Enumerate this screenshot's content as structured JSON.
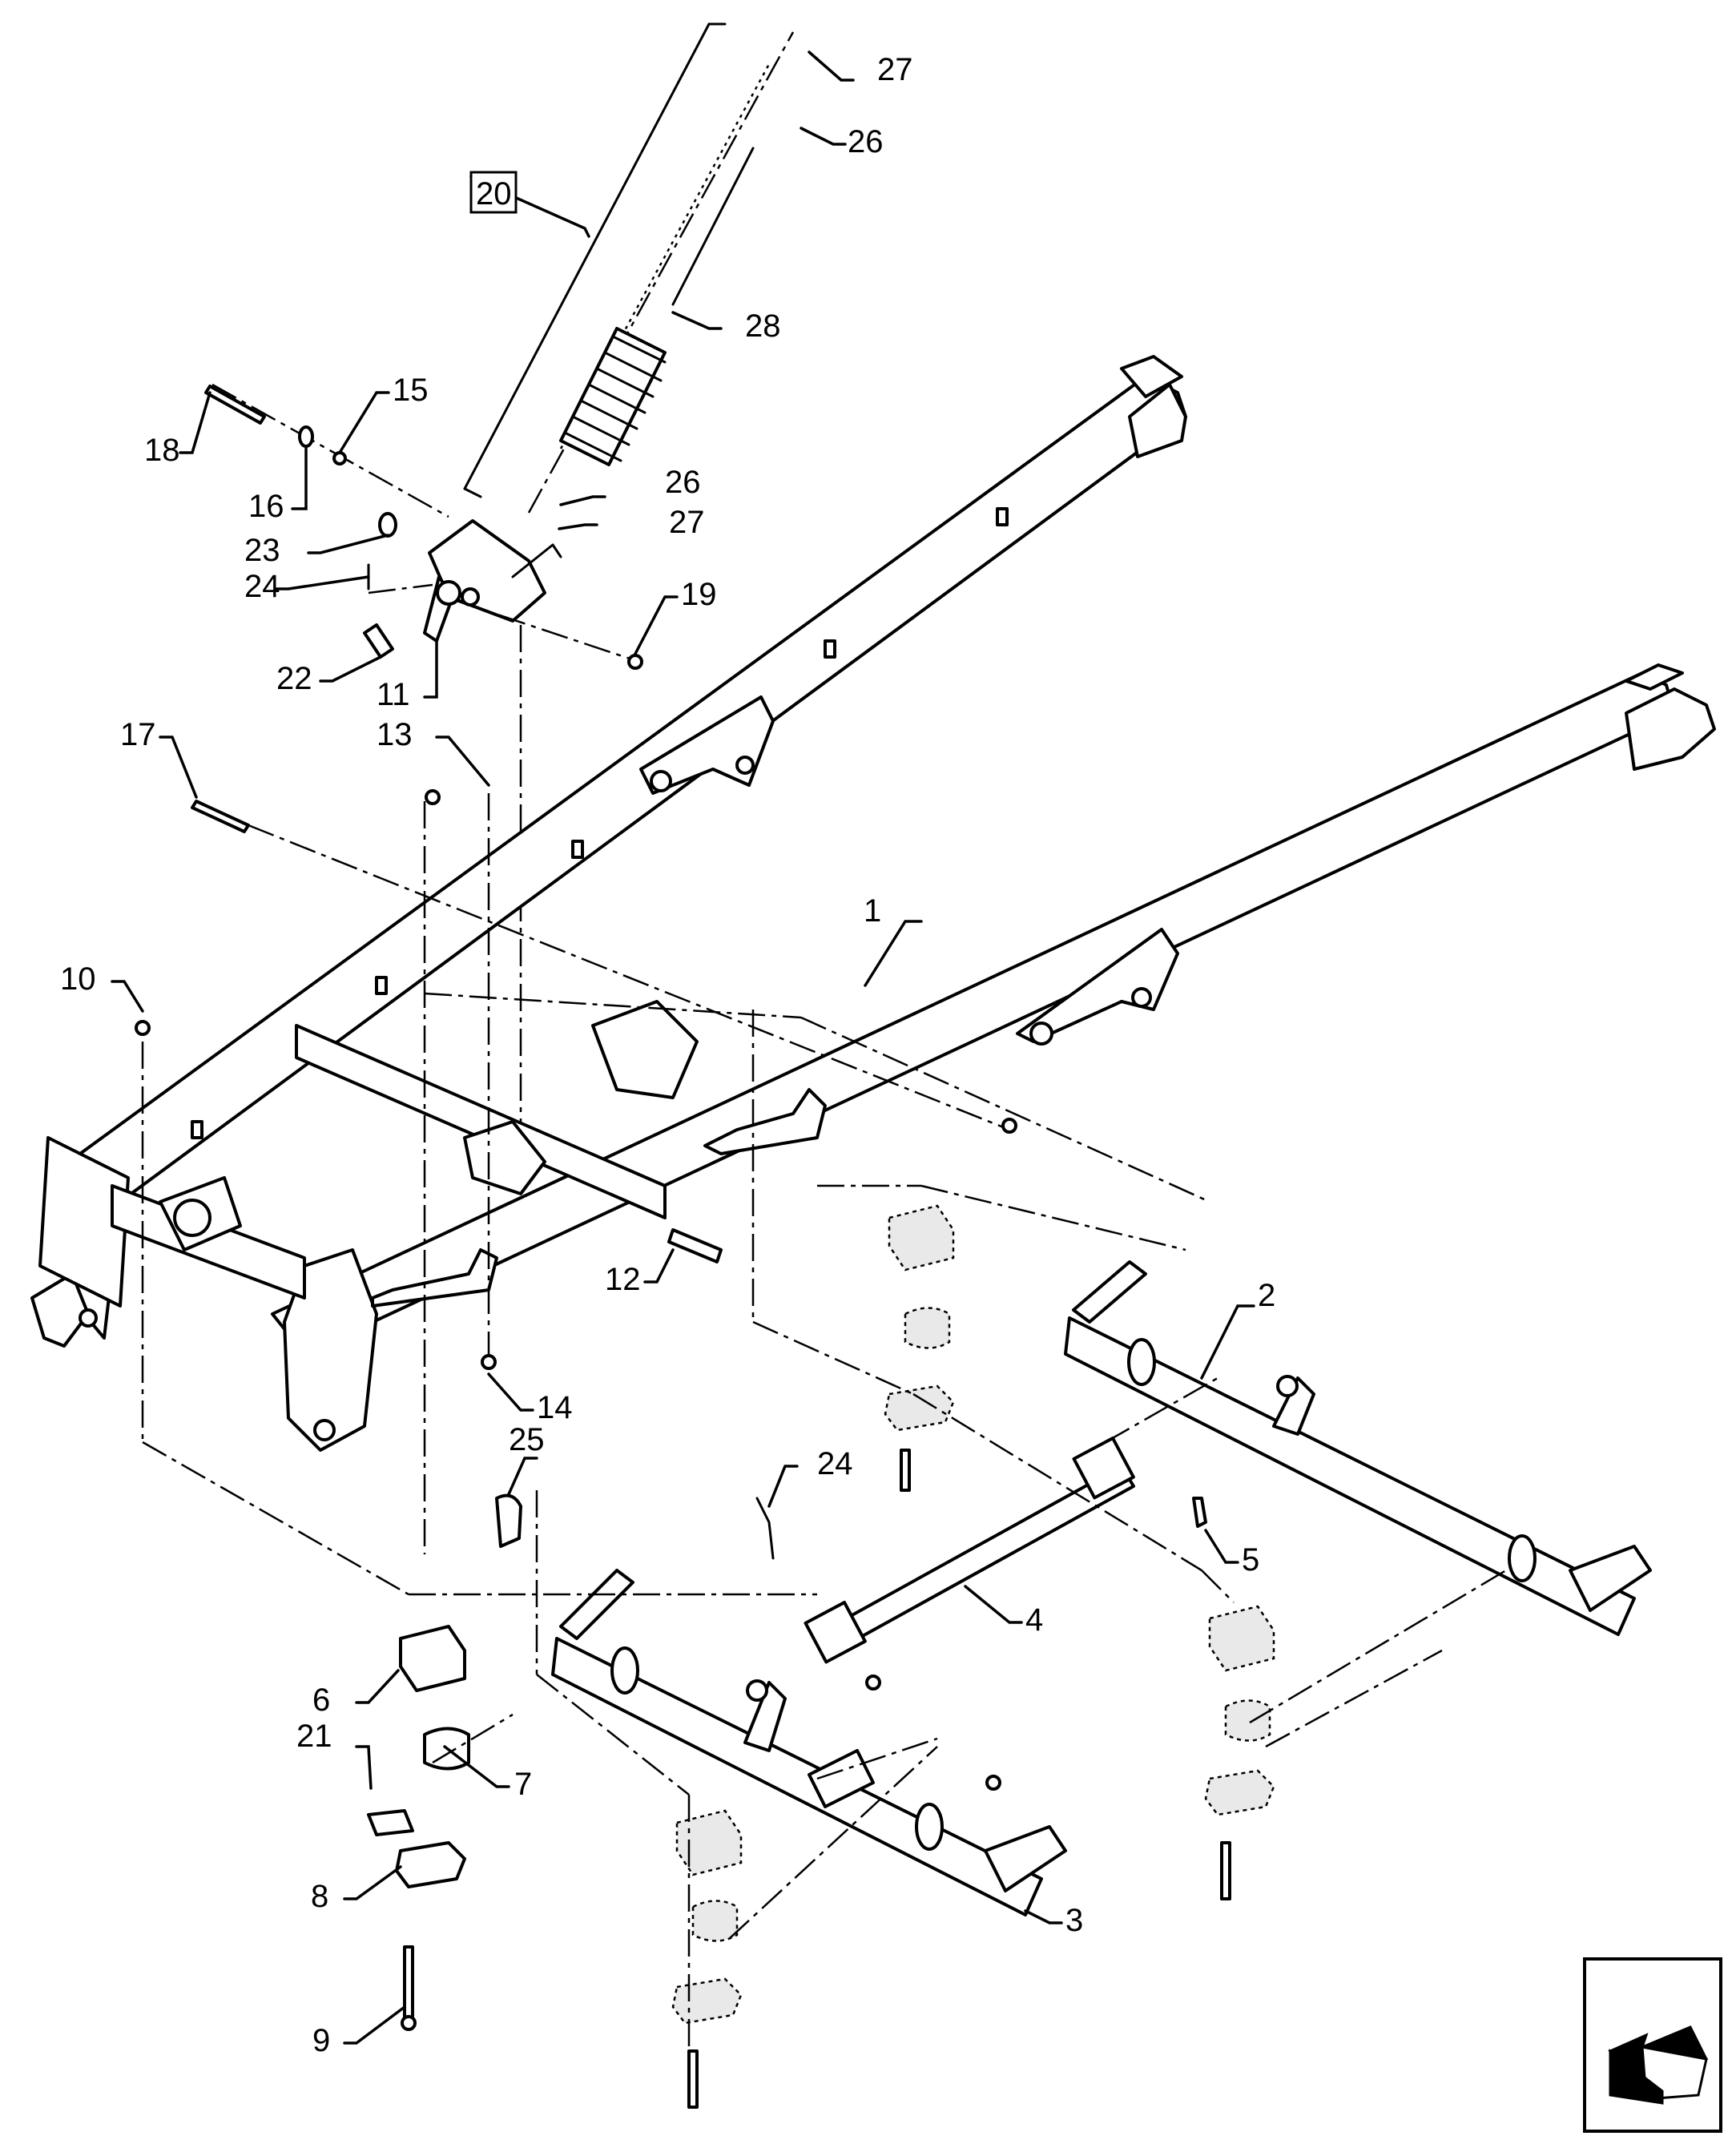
{
  "callouts": [
    {
      "id": "c1",
      "label": "1"
    },
    {
      "id": "c2",
      "label": "2"
    },
    {
      "id": "c3",
      "label": "3"
    },
    {
      "id": "c4",
      "label": "4"
    },
    {
      "id": "c5",
      "label": "5"
    },
    {
      "id": "c6",
      "label": "6"
    },
    {
      "id": "c7",
      "label": "7"
    },
    {
      "id": "c8",
      "label": "8"
    },
    {
      "id": "c9",
      "label": "9"
    },
    {
      "id": "c10",
      "label": "10"
    },
    {
      "id": "c11",
      "label": "11"
    },
    {
      "id": "c12",
      "label": "12"
    },
    {
      "id": "c13",
      "label": "13"
    },
    {
      "id": "c14",
      "label": "14"
    },
    {
      "id": "c15",
      "label": "15"
    },
    {
      "id": "c16",
      "label": "16"
    },
    {
      "id": "c17",
      "label": "17"
    },
    {
      "id": "c18",
      "label": "18"
    },
    {
      "id": "c19",
      "label": "19"
    },
    {
      "id": "c20",
      "label": "20",
      "boxed": true
    },
    {
      "id": "c21",
      "label": "21"
    },
    {
      "id": "c22",
      "label": "22"
    },
    {
      "id": "c23",
      "label": "23"
    },
    {
      "id": "c24a",
      "label": "24"
    },
    {
      "id": "c24b",
      "label": "24"
    },
    {
      "id": "c25",
      "label": "25"
    },
    {
      "id": "c26a",
      "label": "26"
    },
    {
      "id": "c26b",
      "label": "26"
    },
    {
      "id": "c27a",
      "label": "27"
    },
    {
      "id": "c27b",
      "label": "27"
    },
    {
      "id": "c28",
      "label": "28"
    }
  ],
  "nav_icon": {
    "name": "previous-page-arrow-icon"
  }
}
